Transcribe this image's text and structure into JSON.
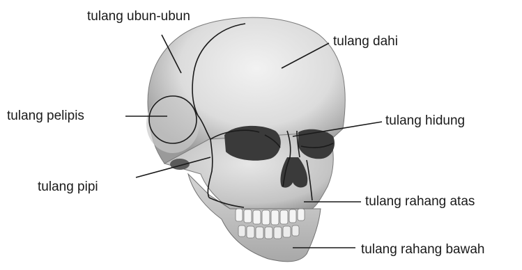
{
  "labels": {
    "parietal": "tulang ubun-ubun",
    "frontal": "tulang dahi",
    "temporal": "tulang pelipis",
    "nasal": "tulang hidung",
    "zygomatic": "tulang pipi",
    "maxilla": "tulang rahang atas",
    "mandible": "tulang rahang bawah"
  },
  "colors": {
    "bone_light": "#ececec",
    "bone_mid": "#c8c8c8",
    "bone_shadow": "#8a8a8a",
    "socket": "#3a3a3a",
    "suture": "#1a1a1a",
    "leader_line": "#1a1a1a",
    "label_text": "#1a1a1a"
  }
}
